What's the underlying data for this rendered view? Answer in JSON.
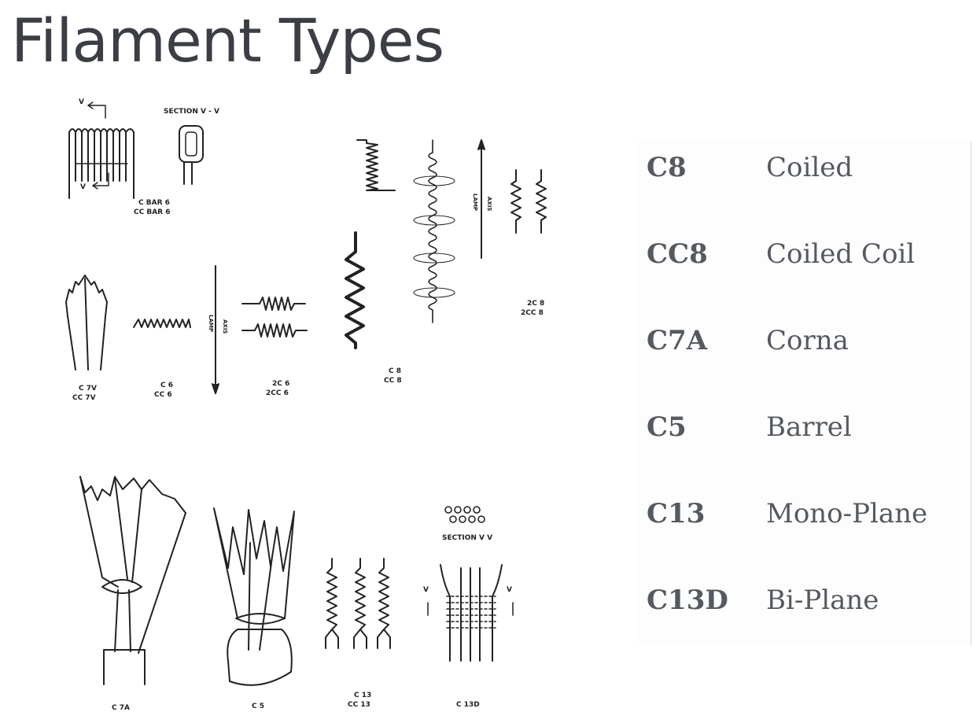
{
  "title": "Filament Types",
  "diagram_labels": {
    "section_vv_top": "SECTION V - V",
    "v_top": "V",
    "v_bottom": "V",
    "cbar6": "C BAR 6",
    "ccbar6": "CC BAR 6",
    "c7v": "C 7V",
    "cc7v": "CC 7V",
    "c6": "C 6",
    "cc6": "CC 6",
    "lamp1": "LAMP",
    "axis1": "AXIS",
    "twoc6": "2C 6",
    "twocc6": "2CC 6",
    "c8": "C 8",
    "cc8": "CC 8",
    "lamp2": "LAMP",
    "axis2": "AXIS",
    "twoc8": "2C 8",
    "twocc8": "2CC 8",
    "c7a": "C 7A",
    "c5": "C 5",
    "c13": "C 13",
    "cc13": "CC 13",
    "sec_vv_bottom": "SECTION V V",
    "c13d": "C 13D",
    "v_left": "V",
    "v_right": "V"
  },
  "legend": [
    {
      "code": "C8",
      "name": "Coiled"
    },
    {
      "code": "CC8",
      "name": "Coiled Coil"
    },
    {
      "code": "C7A",
      "name": "Corna"
    },
    {
      "code": "C5",
      "name": "Barrel"
    },
    {
      "code": "C13",
      "name": "Mono-Plane"
    },
    {
      "code": "C13D",
      "name": "Bi-Plane"
    }
  ]
}
